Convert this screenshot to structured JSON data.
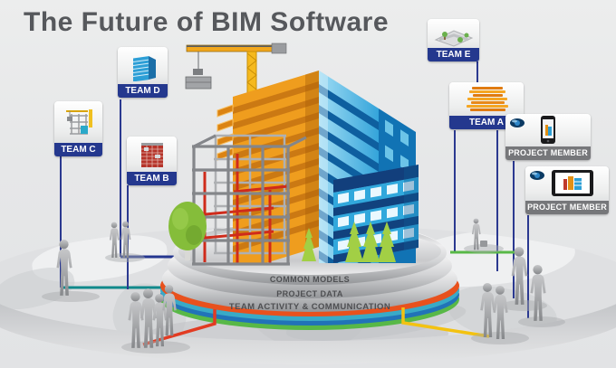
{
  "title": "The Future of BIM Software",
  "teams": [
    {
      "label": "TEAM C",
      "icon": "scaffold-crane-icon"
    },
    {
      "label": "TEAM D",
      "icon": "glass-building-icon"
    },
    {
      "label": "TEAM B",
      "icon": "brick-building-icon"
    },
    {
      "label": "TEAM E",
      "icon": "site-plan-icon"
    },
    {
      "label": "TEAM A",
      "icon": "floor-plans-stack-icon"
    }
  ],
  "project_members": [
    {
      "label": "PROJECT MEMBER",
      "device_icon": "smartphone-icon",
      "extra_icon": "eye-icon"
    },
    {
      "label": "PROJECT MEMBER",
      "device_icon": "tablet-icon",
      "extra_icon": "eye-icon"
    }
  ],
  "platform": {
    "bands": [
      "COMMON MODELS",
      "PROJECT DATA",
      "TEAM ACTIVITY & COMMUNICATION"
    ]
  },
  "scene": {
    "center_icons": [
      "tower-crane-icon",
      "steel-frame-icon",
      "orange-building-icon",
      "glass-tower-icon",
      "office-building-icon",
      "tree-icons"
    ],
    "base": "world-map-disc"
  },
  "colors": {
    "title_text": "#56585c",
    "team_label_bg": "#24388e",
    "member_label_bg": "#76777a",
    "ring_orange": "#e8511d",
    "ring_teal": "#39aac7",
    "ring_blue": "#2173b8",
    "ring_green": "#58b847",
    "line_navy": "#2b3990",
    "line_teal": "#11898b",
    "line_red": "#e23b22",
    "line_yellow": "#f3c211",
    "line_green": "#58b847"
  }
}
